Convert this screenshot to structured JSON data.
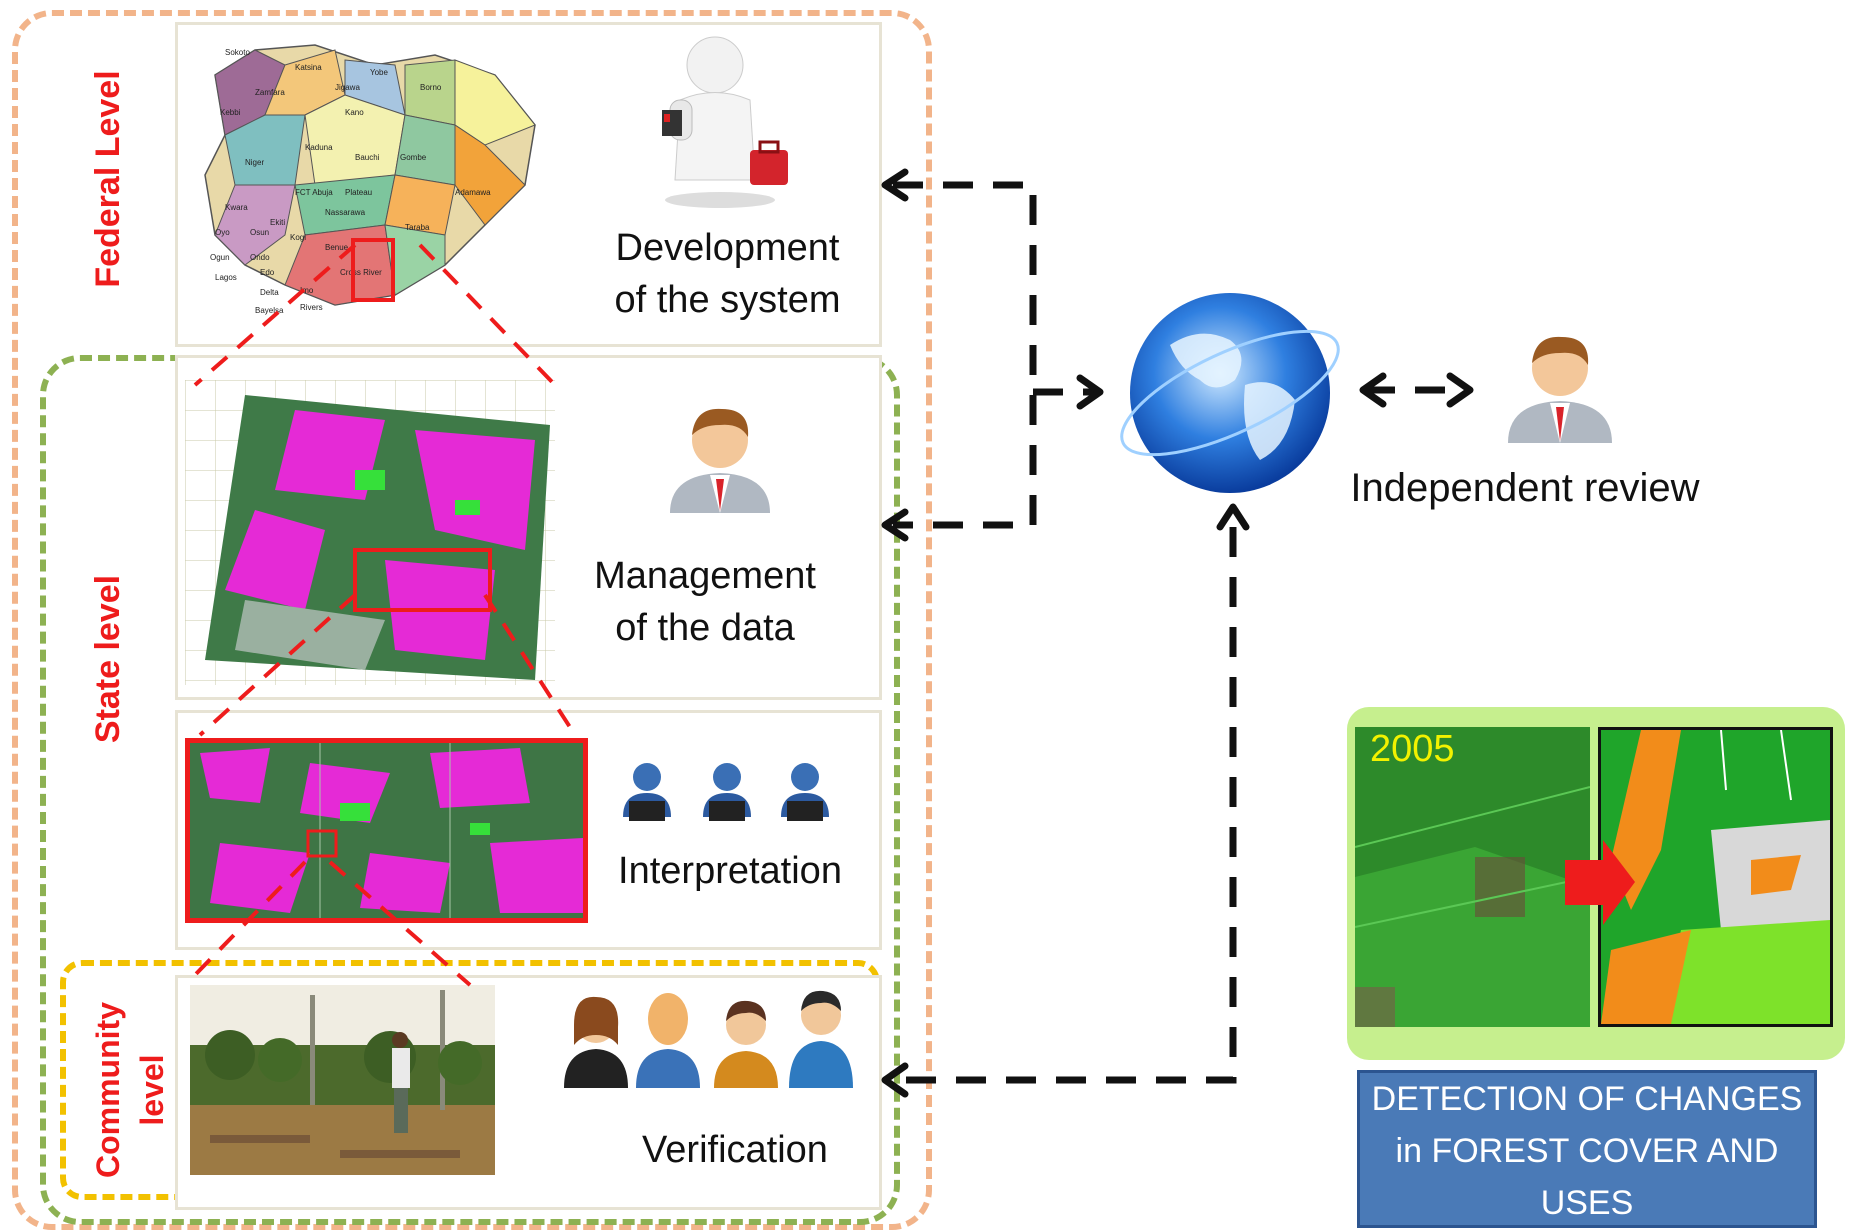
{
  "levels": {
    "federal": "Federal Level",
    "state": "State level",
    "community": "Community level"
  },
  "captions": {
    "development": "Development of the system",
    "management": "Management of the data",
    "interpretation": "Interpretation",
    "verification": "Verification",
    "review": "Independent review"
  },
  "map_labels": [
    "Sokoto",
    "Katsina",
    "Yobe",
    "Borno",
    "Zamfara",
    "Jigawa",
    "Kebbi",
    "Kano",
    "Kaduna",
    "Bauchi",
    "Gombe",
    "Niger",
    "Adamawa",
    "Kwara",
    "FCT Abuja",
    "Plateau",
    "Nassarawa",
    "Oyo",
    "Osun",
    "Ekiti",
    "Kogi",
    "Taraba",
    "Ogun",
    "Ondo",
    "Benue",
    "Lagos",
    "Edo",
    "Cross River",
    "Delta",
    "Imo",
    "Bayelsa",
    "Rivers"
  ],
  "change_detection": {
    "year": "2005",
    "banner": "DETECTION OF CHANGES in FOREST COVER AND USES"
  },
  "colors": {
    "federal_border": "#f2b48a",
    "state_border": "#8db152",
    "community_border": "#f2c100",
    "label_red": "#ee1c1c",
    "highlight_red": "#ee1c1c",
    "banner_blue": "#4a7ab7",
    "panel_green": "#c6ef8e"
  }
}
